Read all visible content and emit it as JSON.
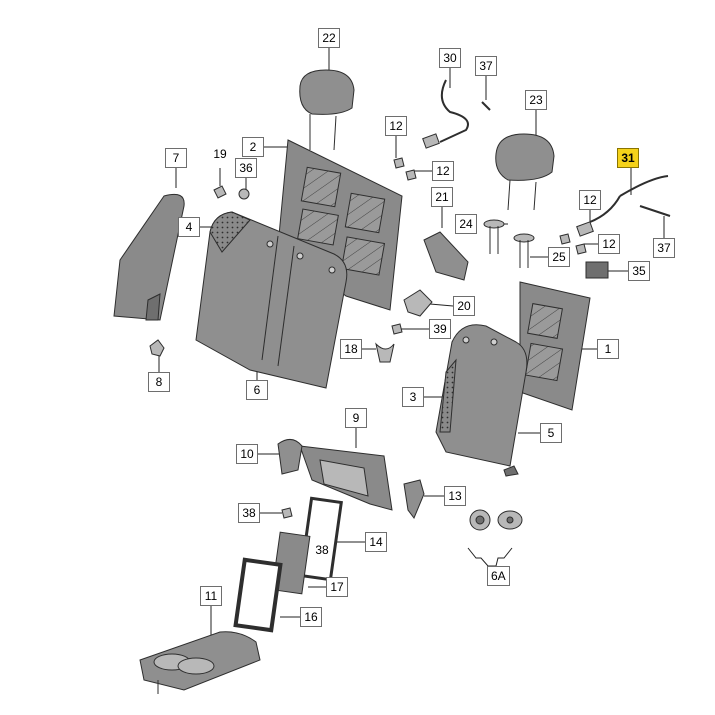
{
  "diagram": {
    "highlight_color": "#f5d21a",
    "part_fill": "#8f8f8f",
    "part_dark": "#5a5a5a",
    "part_light": "#b8b8b8",
    "callouts": [
      {
        "id": "c22",
        "label": "22",
        "highlighted": false
      },
      {
        "id": "c30",
        "label": "30",
        "highlighted": false
      },
      {
        "id": "c37a",
        "label": "37",
        "highlighted": false
      },
      {
        "id": "c23",
        "label": "23",
        "highlighted": false
      },
      {
        "id": "c12a",
        "label": "12",
        "highlighted": false
      },
      {
        "id": "c12b",
        "label": "12",
        "highlighted": false
      },
      {
        "id": "c7",
        "label": "7",
        "highlighted": false
      },
      {
        "id": "c19",
        "label": "19",
        "highlighted": false
      },
      {
        "id": "c36",
        "label": "36",
        "highlighted": false
      },
      {
        "id": "c2",
        "label": "2",
        "highlighted": false
      },
      {
        "id": "c31",
        "label": "31",
        "highlighted": true
      },
      {
        "id": "c12c",
        "label": "12",
        "highlighted": false
      },
      {
        "id": "c12d",
        "label": "12",
        "highlighted": false
      },
      {
        "id": "c21",
        "label": "21",
        "highlighted": false
      },
      {
        "id": "c4",
        "label": "4",
        "highlighted": false
      },
      {
        "id": "c24",
        "label": "24",
        "highlighted": false
      },
      {
        "id": "c25",
        "label": "25",
        "highlighted": false
      },
      {
        "id": "c37b",
        "label": "37",
        "highlighted": false
      },
      {
        "id": "c35",
        "label": "35",
        "highlighted": false
      },
      {
        "id": "c20",
        "label": "20",
        "highlighted": false
      },
      {
        "id": "c39",
        "label": "39",
        "highlighted": false
      },
      {
        "id": "c18",
        "label": "18",
        "highlighted": false
      },
      {
        "id": "c1",
        "label": "1",
        "highlighted": false
      },
      {
        "id": "c8",
        "label": "8",
        "highlighted": false
      },
      {
        "id": "c6",
        "label": "6",
        "highlighted": false
      },
      {
        "id": "c3",
        "label": "3",
        "highlighted": false
      },
      {
        "id": "c5",
        "label": "5",
        "highlighted": false
      },
      {
        "id": "c9",
        "label": "9",
        "highlighted": false
      },
      {
        "id": "c10",
        "label": "10",
        "highlighted": false
      },
      {
        "id": "c13",
        "label": "13",
        "highlighted": false
      },
      {
        "id": "c38a",
        "label": "38",
        "highlighted": false
      },
      {
        "id": "c38b",
        "label": "38",
        "highlighted": false
      },
      {
        "id": "c14",
        "label": "14",
        "highlighted": false
      },
      {
        "id": "c6a",
        "label": "6A",
        "highlighted": false
      },
      {
        "id": "c17",
        "label": "17",
        "highlighted": false
      },
      {
        "id": "c11",
        "label": "11",
        "highlighted": false
      },
      {
        "id": "c16",
        "label": "16",
        "highlighted": false
      }
    ]
  }
}
